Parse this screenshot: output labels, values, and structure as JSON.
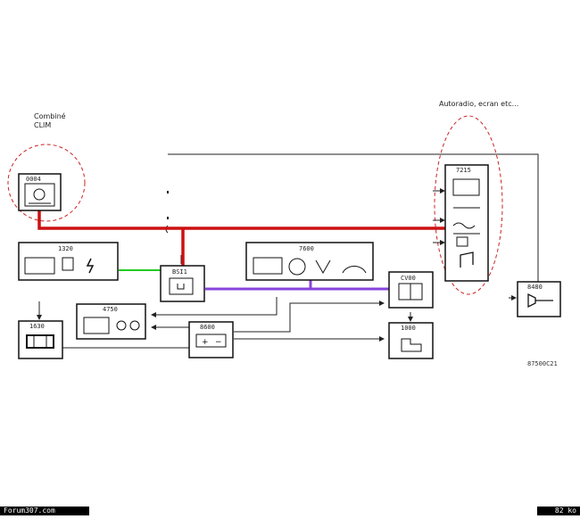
{
  "labels": {
    "combine_line1": "Combiné",
    "combine_line2": "CLIM",
    "autoradio": "Autoradio, ecran etc..."
  },
  "boxes": {
    "b0004": "0004",
    "b7215": "7215",
    "b1320": "1320",
    "b7600": "7600",
    "bbsi1": "BSI1",
    "b8600": "8600",
    "bcv00": "CV00",
    "b4750": "4750",
    "b1630": "1630",
    "b1000": "1000",
    "b8480": "8480"
  },
  "diagram_ref": "87500C21",
  "footer": {
    "site": "Forum307.com",
    "size": "82 ko"
  },
  "colors": {
    "can_bus": "#cc1111",
    "green_link": "#22cc22",
    "violet_link": "#8844dd",
    "zone_outline": "#cc2222",
    "wire": "#222222"
  }
}
